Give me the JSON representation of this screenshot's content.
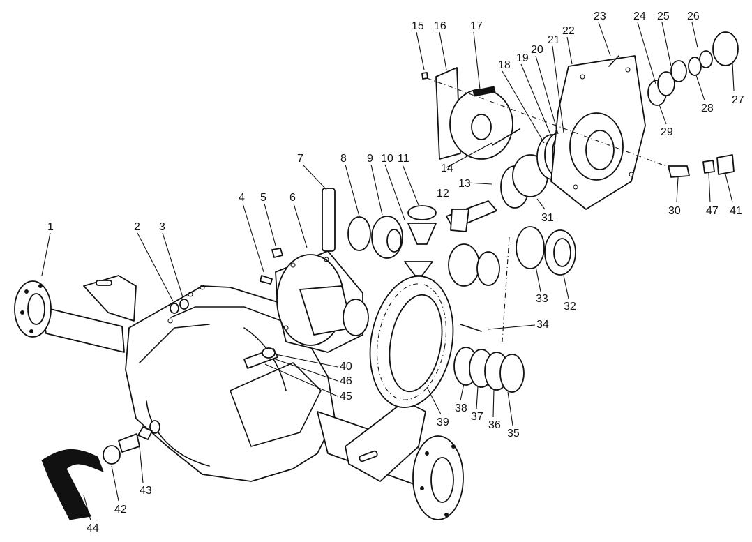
{
  "labels": [
    {
      "n": "1"
    },
    {
      "n": "2"
    },
    {
      "n": "3"
    },
    {
      "n": "4"
    },
    {
      "n": "5"
    },
    {
      "n": "6"
    },
    {
      "n": "7"
    },
    {
      "n": "8"
    },
    {
      "n": "9"
    },
    {
      "n": "10"
    },
    {
      "n": "11"
    },
    {
      "n": "12"
    },
    {
      "n": "13"
    },
    {
      "n": "14"
    },
    {
      "n": "15"
    },
    {
      "n": "16"
    },
    {
      "n": "17"
    },
    {
      "n": "18"
    },
    {
      "n": "19"
    },
    {
      "n": "20"
    },
    {
      "n": "21"
    },
    {
      "n": "22"
    },
    {
      "n": "23"
    },
    {
      "n": "24"
    },
    {
      "n": "25"
    },
    {
      "n": "26"
    },
    {
      "n": "27"
    },
    {
      "n": "28"
    },
    {
      "n": "29"
    },
    {
      "n": "30"
    },
    {
      "n": "31"
    },
    {
      "n": "32"
    },
    {
      "n": "33"
    },
    {
      "n": "34"
    },
    {
      "n": "35"
    },
    {
      "n": "36"
    },
    {
      "n": "37"
    },
    {
      "n": "38"
    },
    {
      "n": "39"
    },
    {
      "n": "40"
    },
    {
      "n": "41"
    },
    {
      "n": "42"
    },
    {
      "n": "43"
    },
    {
      "n": "44"
    },
    {
      "n": "45"
    },
    {
      "n": "46"
    },
    {
      "n": "47"
    }
  ]
}
